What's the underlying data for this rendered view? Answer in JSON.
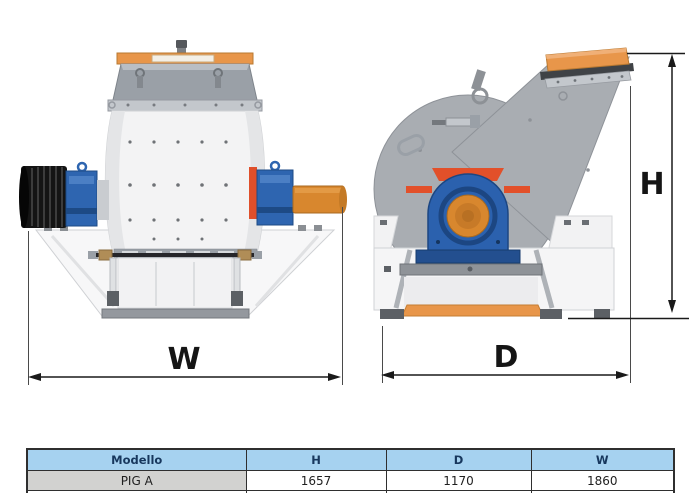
{
  "dims": {
    "w": "W",
    "d": "D",
    "h": "H"
  },
  "table": {
    "headers": [
      "Modello",
      "H",
      "D",
      "W"
    ],
    "rows": [
      [
        "PIG A",
        "1657",
        "1170",
        "1860"
      ]
    ]
  },
  "colors": {
    "lid_orange": "#E8964A",
    "shaft_orange": "#D8872E",
    "bearing_blue": "#2B61AE",
    "accent_red": "#E2502A",
    "housing_gray": "#A9ADB2",
    "pulley_black": "#161616",
    "brass": "#B08D57",
    "table_header_bg": "#A6D2F0",
    "table_header_text": "#17375D",
    "model_cell_bg": "#D2D2D0",
    "table_border": "#2F2F2F",
    "dimension_line": "#1A1A1A"
  }
}
